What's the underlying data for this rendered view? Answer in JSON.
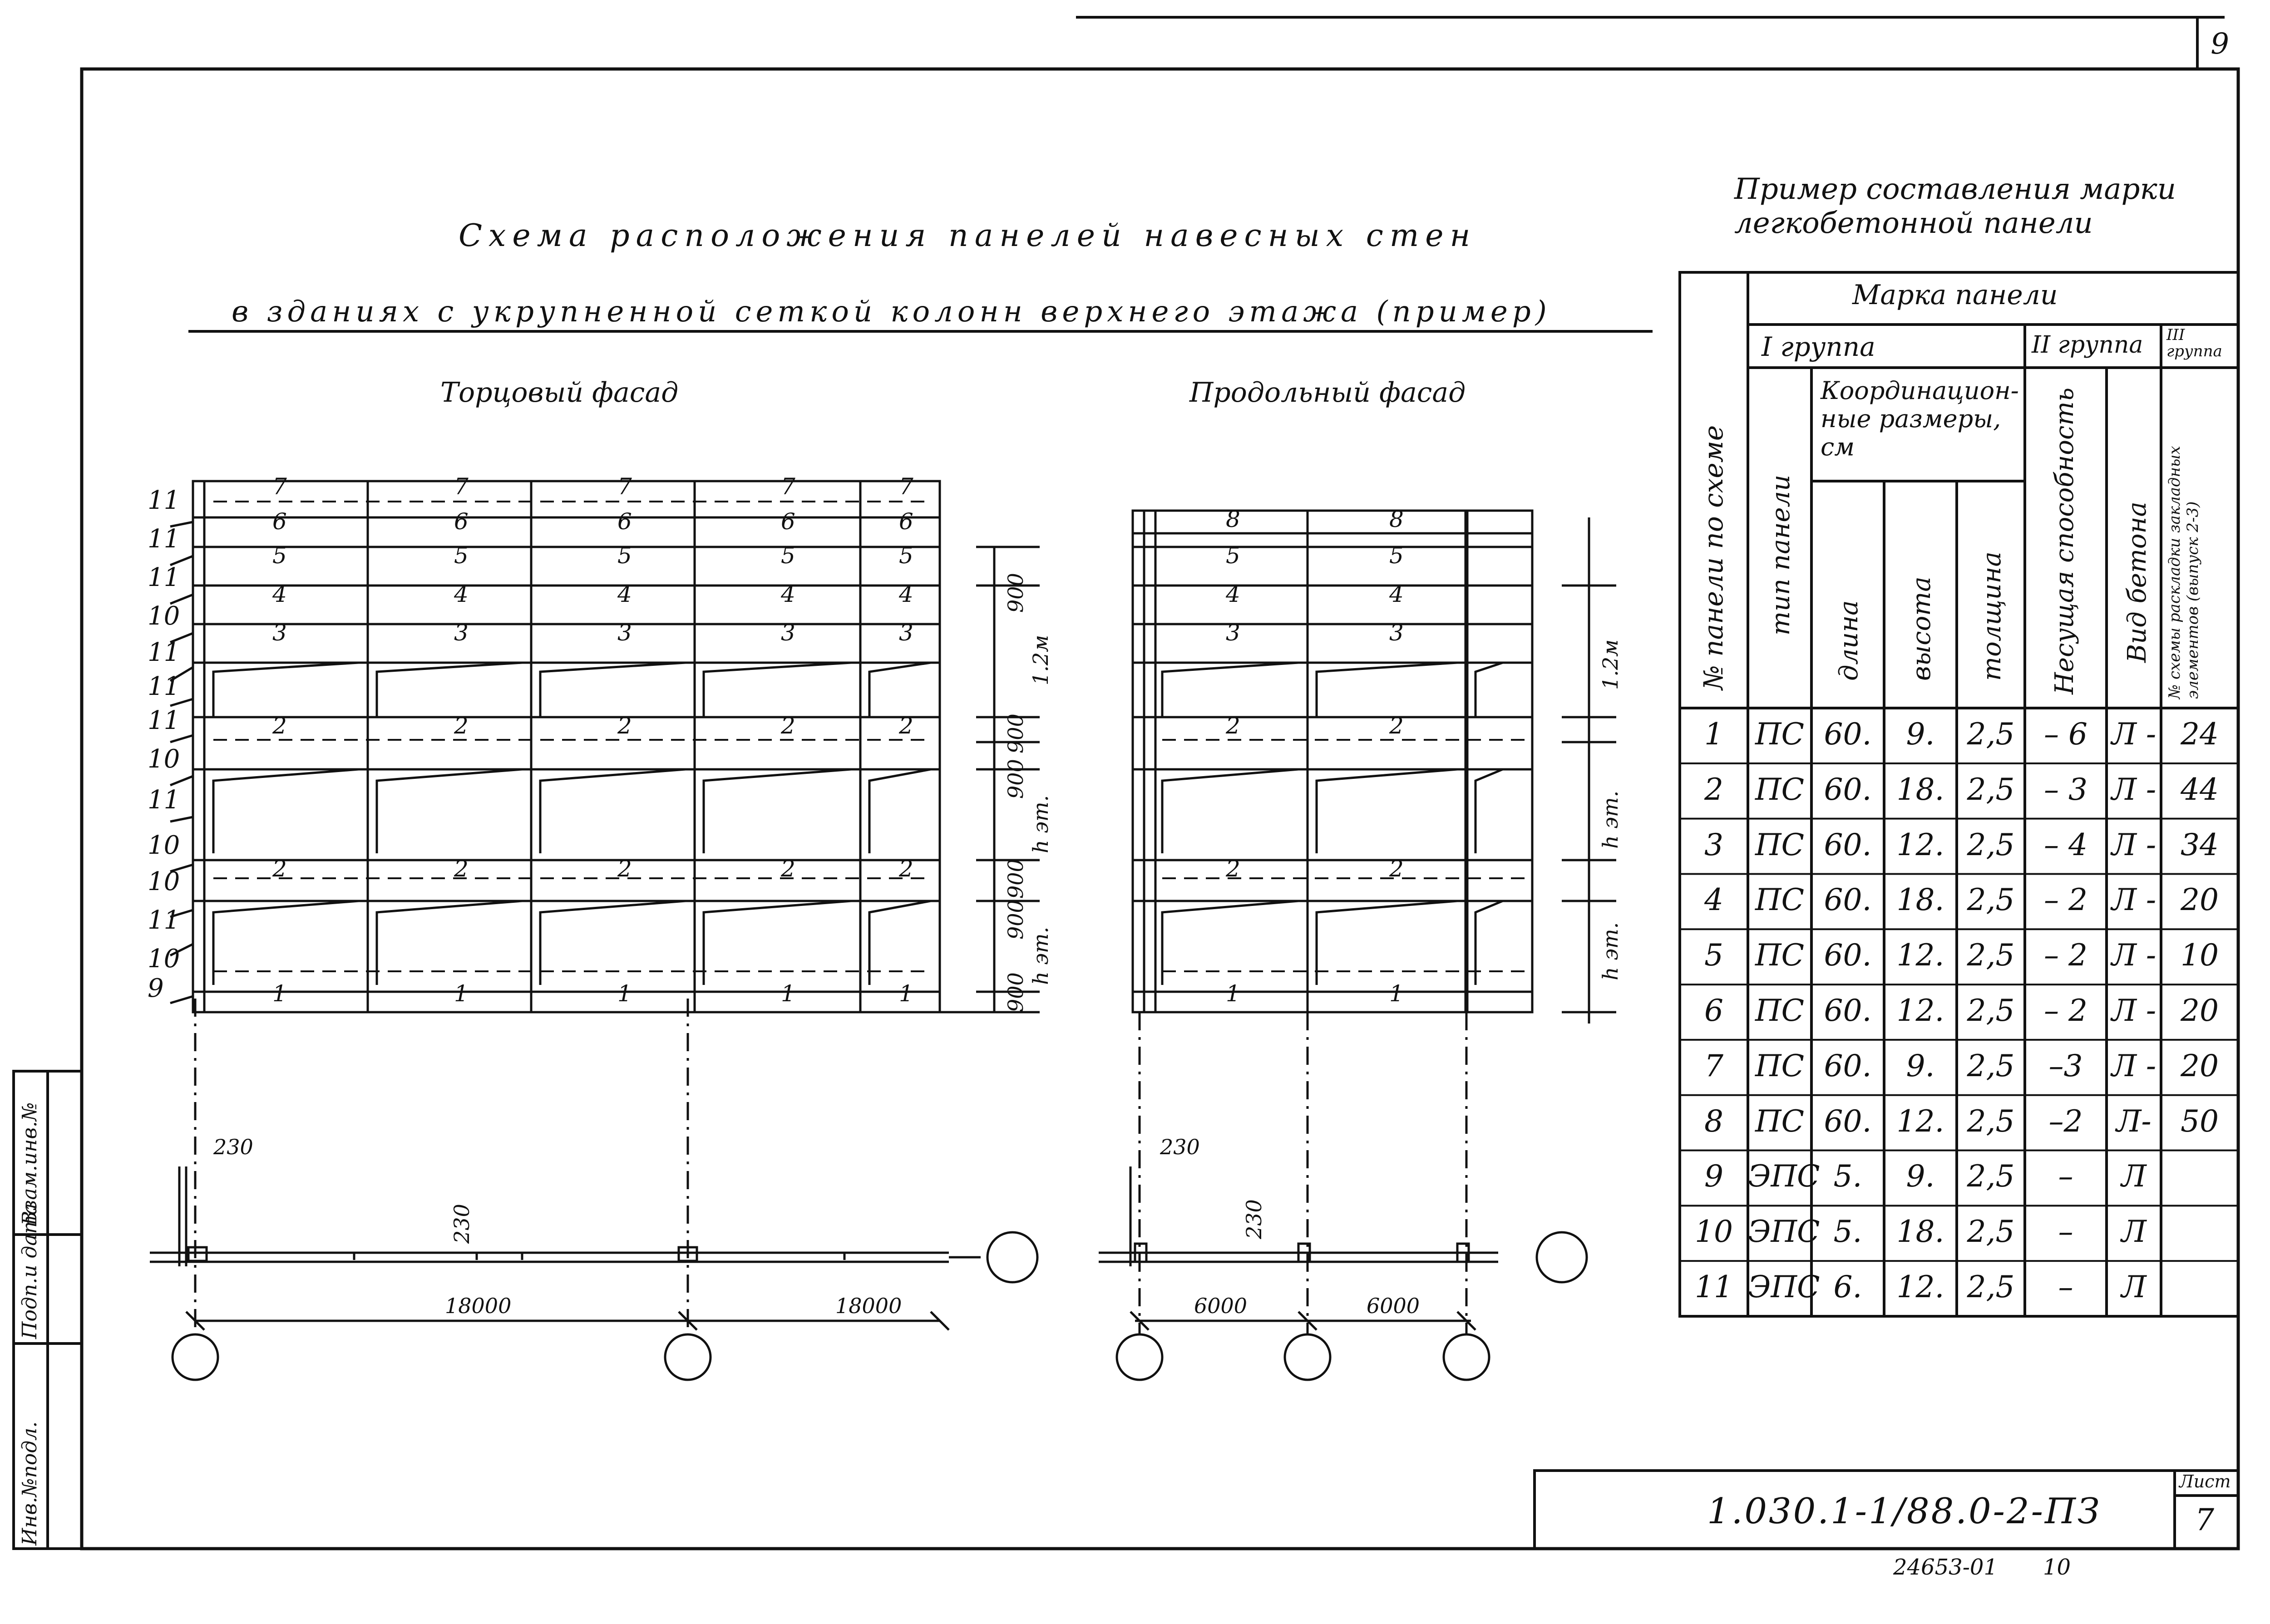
{
  "sheet": {
    "page_number": "9",
    "sheet_label": "Лист",
    "sheet_number": "7",
    "doc_code": "1.030.1-1/88.0-2-ПЗ",
    "stamp_code": "24653-01",
    "stamp_page": "10"
  },
  "side_stamp": {
    "inv_podl": "Инв.№подл.",
    "podp_data": "Подп.и дата",
    "vzam_inv": "Взам.инв.№"
  },
  "title": {
    "line1": "Схема расположения панелей навесных стен",
    "line2": "в зданиях с укрупненной сеткой колонн верхнего этажа (пример)"
  },
  "facade_end": {
    "title": "Торцовый фасад",
    "left_labels": [
      "11",
      "11",
      "11",
      "10",
      "11",
      "11",
      "11",
      "10",
      "11",
      "10",
      "10",
      "11",
      "10",
      "9"
    ],
    "rows": [
      "7",
      "6",
      "5",
      "4",
      "3",
      "",
      "2",
      "",
      "2",
      "1"
    ],
    "dims": [
      "900",
      "1.2м",
      "900",
      "900",
      "900",
      "h эт.",
      "900",
      "900",
      "h эт.",
      "900"
    ],
    "plan_dims": [
      "230",
      "230",
      "18000",
      "18000"
    ]
  },
  "facade_long": {
    "title": "Продольный фасад",
    "rows": [
      "8",
      "5",
      "4",
      "3",
      "",
      "2",
      "",
      "2",
      "1"
    ],
    "dims": [
      "1.2м",
      "h эт.",
      "h эт."
    ],
    "plan_dims": [
      "230",
      "230",
      "6000",
      "6000"
    ]
  },
  "example": {
    "title_line1": "Пример составления марки",
    "title_line2": "легкобетонной панели"
  },
  "table": {
    "h_marka": "Марка панели",
    "h_group1": "I группа",
    "h_group2": "II группа",
    "h_group3": "III группа",
    "h_no": "№ панели по схеме",
    "h_type": "тип панели",
    "h_coord": "Координацион- ные размеры, см",
    "h_len": "длина",
    "h_height": "высота",
    "h_thick": "толщина",
    "h_capacity": "Несущая способность",
    "h_concrete": "Вид бетона",
    "h_scheme": "№ схемы раскладки закладных элементов (выпуск 2-3)",
    "rows": [
      {
        "no": "1",
        "type": "ПС",
        "len": "60.",
        "h": "9.",
        "t": "2,5",
        "cap": "– 6",
        "con": "Л -",
        "sch": "24"
      },
      {
        "no": "2",
        "type": "ПС",
        "len": "60.",
        "h": "18.",
        "t": "2,5",
        "cap": "– 3",
        "con": "Л -",
        "sch": "44"
      },
      {
        "no": "3",
        "type": "ПС",
        "len": "60.",
        "h": "12.",
        "t": "2,5",
        "cap": "– 4",
        "con": "Л -",
        "sch": "34"
      },
      {
        "no": "4",
        "type": "ПС",
        "len": "60.",
        "h": "18.",
        "t": "2,5",
        "cap": "– 2",
        "con": "Л -",
        "sch": "20"
      },
      {
        "no": "5",
        "type": "ПС",
        "len": "60.",
        "h": "12.",
        "t": "2,5",
        "cap": "– 2",
        "con": "Л -",
        "sch": "10"
      },
      {
        "no": "6",
        "type": "ПС",
        "len": "60.",
        "h": "12.",
        "t": "2,5",
        "cap": "– 2",
        "con": "Л -",
        "sch": "20"
      },
      {
        "no": "7",
        "type": "ПС",
        "len": "60.",
        "h": "9.",
        "t": "2,5",
        "cap": "–3",
        "con": "Л -",
        "sch": "20"
      },
      {
        "no": "8",
        "type": "ПС",
        "len": "60.",
        "h": "12.",
        "t": "2,5",
        "cap": "–2",
        "con": "Л-",
        "sch": "50"
      },
      {
        "no": "9",
        "type": "ЭПС",
        "len": "5.",
        "h": "9.",
        "t": "2,5",
        "cap": "–",
        "con": "Л",
        "sch": ""
      },
      {
        "no": "10",
        "type": "ЭПС",
        "len": "5.",
        "h": "18.",
        "t": "2,5",
        "cap": "–",
        "con": "Л",
        "sch": ""
      },
      {
        "no": "11",
        "type": "ЭПС",
        "len": "6.",
        "h": "12.",
        "t": "2,5",
        "cap": "–",
        "con": "Л",
        "sch": ""
      }
    ]
  }
}
